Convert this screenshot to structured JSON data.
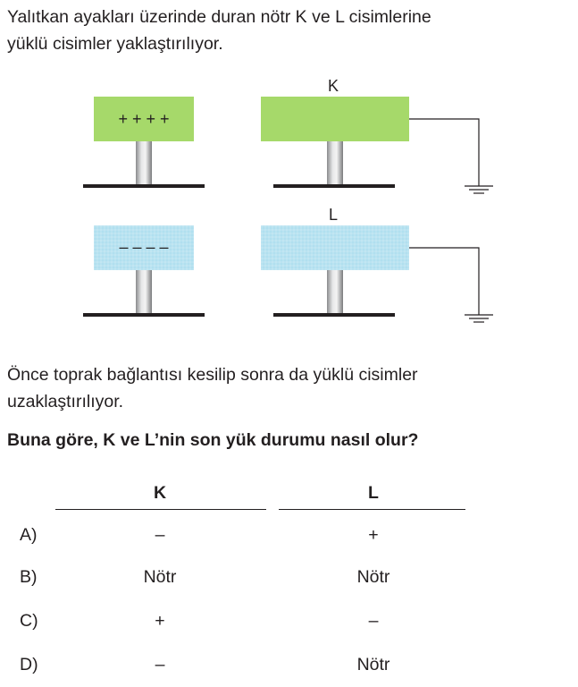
{
  "intro_line1": "Yalıtkan ayakları üzerinde duran nötr K ve L cisimlerine",
  "intro_line2": "yüklü cisimler yaklaştırılıyor.",
  "figure": {
    "label_K": "K",
    "label_L": "L",
    "top_charges": "+ + + +",
    "bottom_charges": "– – – –",
    "colors": {
      "green": "#a6d96a",
      "blue": "#b9e3f1",
      "stand_light": "#d4d4d4",
      "stand_dark": "#6d6e71"
    }
  },
  "after_line1": "Önce toprak bağlantısı kesilip sonra da yüklü cisimler",
  "after_line2": "uzaklaştırılıyor.",
  "question": "Buna göre, K ve L’nin son yük durumu nasıl olur?",
  "table": {
    "col_K": "K",
    "col_L": "L",
    "rows": [
      {
        "option": "A)",
        "K": "–",
        "L": "+"
      },
      {
        "option": "B)",
        "K": "Nötr",
        "L": "Nötr"
      },
      {
        "option": "C)",
        "K": "+",
        "L": "–"
      },
      {
        "option": "D)",
        "K": "–",
        "L": "Nötr"
      }
    ]
  }
}
